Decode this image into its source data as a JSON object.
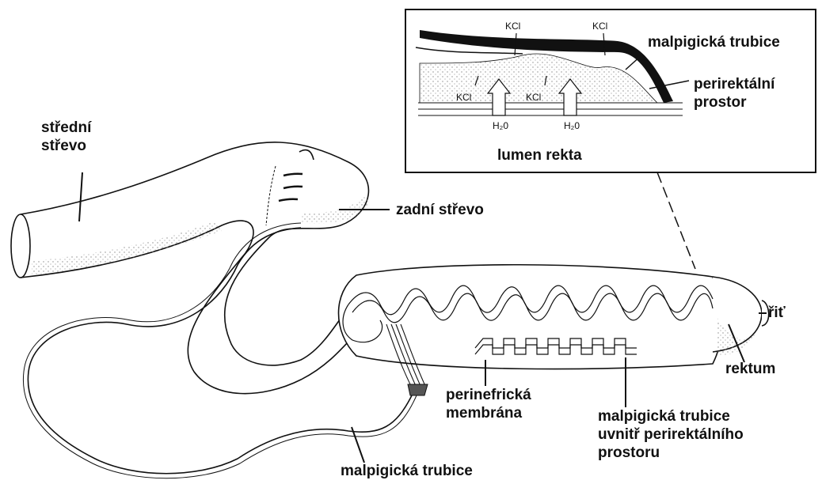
{
  "labels": {
    "stredni_strevo": "střední\nstřevo",
    "zadni_strevo": "zadní střevo",
    "perinefricka_membrana": "perinefrická\nmembrána",
    "malpigicka_trubice_inside": "malpigická trubice\nuvnitř perirektálního\nprostoru",
    "malpigicka_trubice_bottom": "malpigická trubice",
    "rektum": "rektum",
    "rit": "řiť"
  },
  "inset": {
    "malpigicka_trubice": "malpigická trubice",
    "perirektalni_prostor": "perirektální\nprostor",
    "lumen_rekta": "lumen rekta",
    "kcl_top_1": "KCl",
    "kcl_top_2": "KCl",
    "kcl_low_1": "KCl",
    "kcl_low_2": "KCl",
    "h2o_1": "H₂0",
    "h2o_2": "H₂0"
  },
  "colors": {
    "line": "#111111",
    "stipple": "#9a9a9a",
    "background": "#ffffff"
  }
}
